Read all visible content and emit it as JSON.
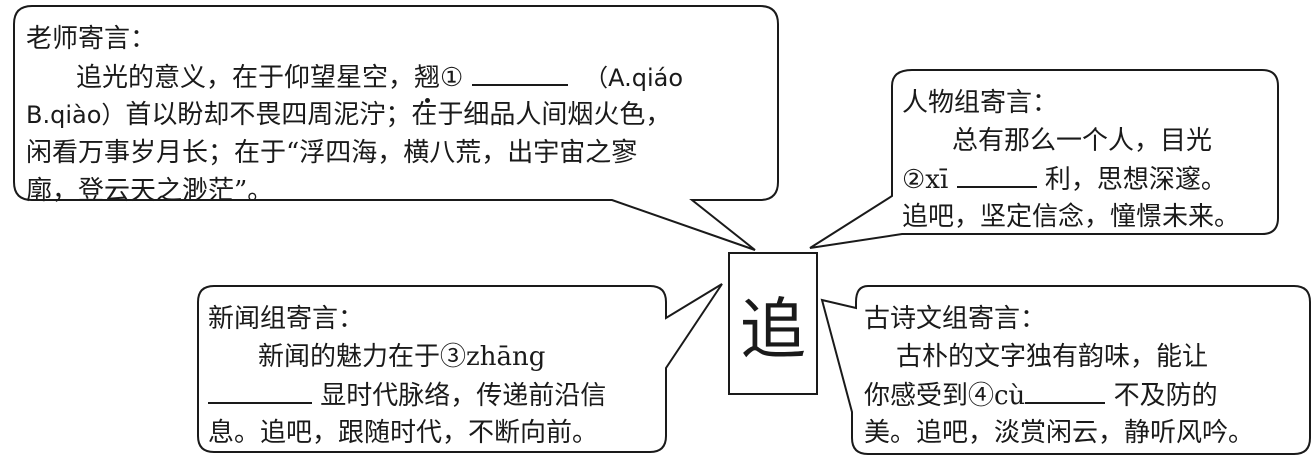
{
  "center_char": "追",
  "teacher": {
    "title": "老师寄言：",
    "l1_pre": "追光的意义，在于仰望星空，",
    "l1_dot": "翘",
    "l1_mark": "①",
    "l1_opt_a": "（A.qiáo",
    "l2_opt_b": "B.qiào）",
    "l2_rest": "首以盼却不畏四周泥泞；在于细品人间烟火色，",
    "l3": "闲看万事岁月长；在于“浮四海，横八荒，出宇宙之寥",
    "l4": "廓，登云天之渺茫”。"
  },
  "character": {
    "title": "人物组寄言：",
    "l1": "总有那么一个人，目光",
    "l2_pre": "②xī",
    "l2_post": "利，思想深邃。",
    "l3": "追吧，坚定信念，憧憬未来。"
  },
  "news": {
    "title": "新闻组寄言：",
    "l1": "新闻的魅力在于③zhāng",
    "l2_post": "显时代脉络，传递前沿信",
    "l3": "息。追吧，跟随时代，不断向前。"
  },
  "poetry": {
    "title": "古诗文组寄言：",
    "l1": "古朴的文字独有韵味，能让",
    "l2_pre": "你感受到④cù",
    "l2_post": "不及防的",
    "l3": "美。追吧，淡赏闲云，静听风吟。"
  }
}
